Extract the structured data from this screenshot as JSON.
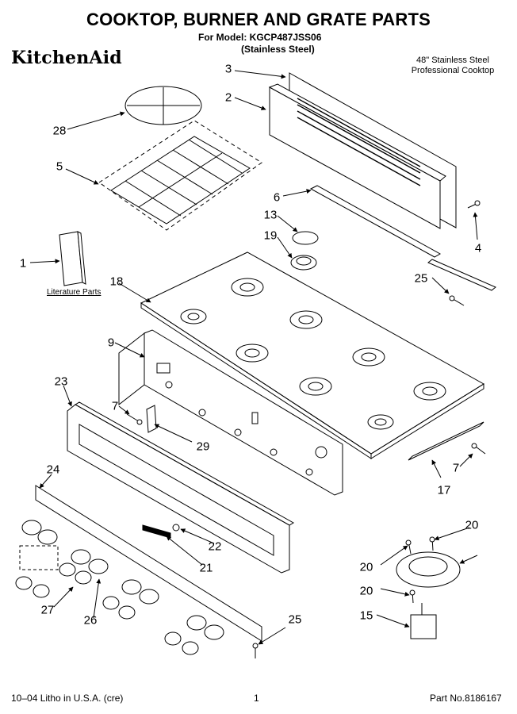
{
  "header": {
    "title": "COOKTOP, BURNER AND GRATE PARTS",
    "model_line": "For Model: KGCP487JSS06",
    "variant": "(Stainless Steel)",
    "brand": "KitchenAid",
    "description_line1": "48\" Stainless Steel",
    "description_line2": "Professional Cooktop"
  },
  "literature_label": "Literature Parts",
  "callouts": [
    "3",
    "2",
    "28",
    "5",
    "6",
    "13",
    "4",
    "19",
    "1",
    "25",
    "18",
    "9",
    "23",
    "7",
    "29",
    "7",
    "17",
    "24",
    "20",
    "22",
    "21",
    "20",
    "27",
    "26",
    "20",
    "25",
    "15"
  ],
  "footer": {
    "left": "10–04 Litho in U.S.A. (cre)",
    "center": "1",
    "right": "Part No.8186167"
  },
  "colors": {
    "ink": "#000000",
    "paper": "#ffffff"
  }
}
